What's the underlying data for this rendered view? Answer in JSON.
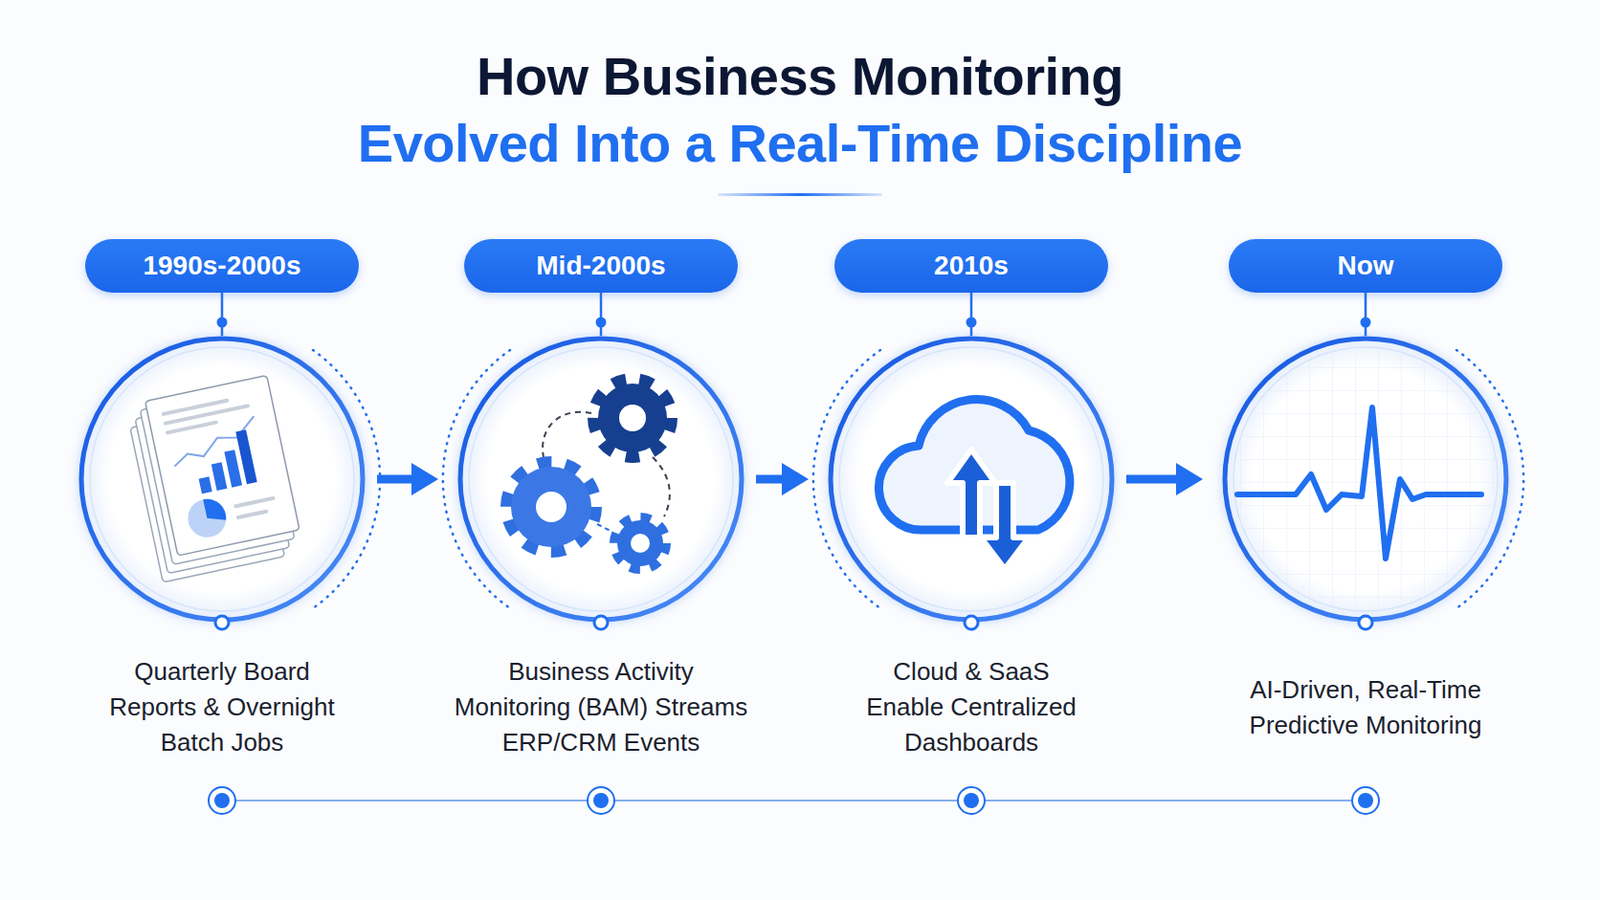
{
  "diagram": {
    "title": "How Business Monitoring",
    "nodes": [
      {
        "text": [
          "1990s-2000s"
        ]
      },
      {
        "text": [
          "Quarterly Board Reports & Overnight Batch Jobs"
        ]
      },
      {
        "text": [
          "Mid-2000s"
        ]
      },
      {
        "text": [
          "Business Activity Monitoring (BAM) Streams ERP/CRM Events"
        ]
      },
      {
        "text": [
          "2010s"
        ]
      },
      {
        "text": [
          "Cloud & SaaS Enable Centralized Dashboards"
        ]
      },
      {
        "text": [
          "Now"
        ]
      },
      {
        "text": [
          "AI-Driven, Real-Time Predictive Monitoring"
        ]
      }
    ],
    "edges": [
      {
        "from": 0,
        "to": 1,
        "arrow": "none"
      },
      {
        "from": 1,
        "to": 3,
        "arrow": "to"
      },
      {
        "from": 2,
        "to": 3,
        "arrow": "none"
      },
      {
        "from": 3,
        "to": 5,
        "arrow": "to"
      },
      {
        "from": 4,
        "to": 5,
        "arrow": "none"
      },
      {
        "from": 5,
        "to": 7,
        "arrow": "to"
      },
      {
        "from": 6,
        "to": 7,
        "arrow": "none"
      }
    ],
    "labels": [
      "Evolved Into a Real-Time Discipline"
    ]
  }
}
